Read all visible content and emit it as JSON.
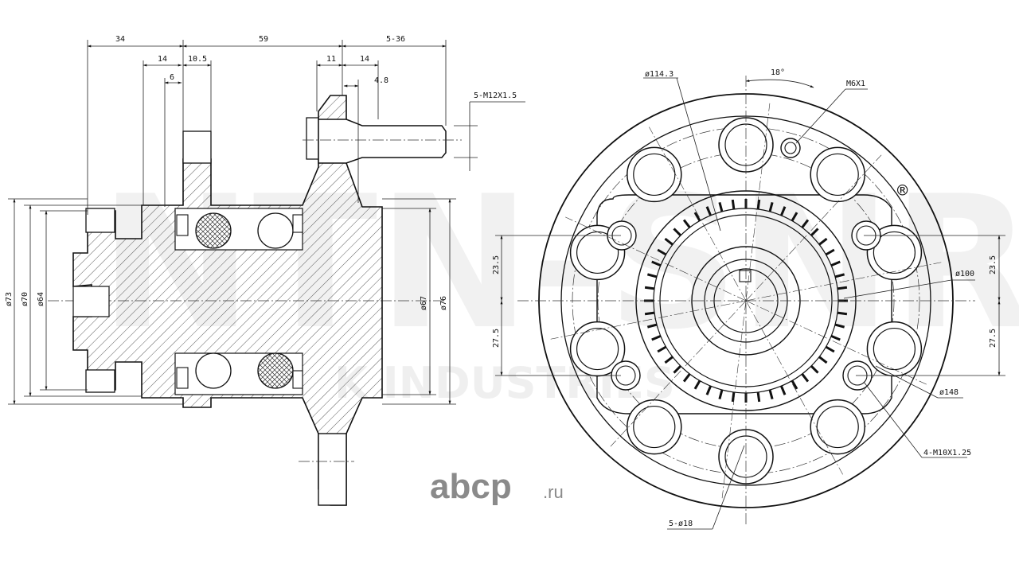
{
  "watermark": {
    "brand": "NTN-SNR",
    "tagline": "K INDUSTRIES"
  },
  "branding": {
    "logo_main": "abcp",
    "logo_suffix": ".ru",
    "registered": "®"
  },
  "side_view": {
    "top_dims": {
      "d34": "34",
      "d59": "59",
      "d5_36": "5-36",
      "d14a": "14",
      "d10_5": "10.5",
      "d6": "6",
      "d11": "11",
      "d14b": "14",
      "d4_8": "4.8"
    },
    "stud_thread": "5-M12X1.5",
    "left_diameters": {
      "d73": "ø73",
      "d70": "ø70",
      "d64": "ø64"
    },
    "right_diameters": {
      "d67": "ø67",
      "d76": "ø76"
    }
  },
  "front_view": {
    "pcd": "ø114.3",
    "angle": "18°",
    "sensor_thread": "M6X1",
    "pilot": "ø100",
    "outer": "ø148",
    "mount_holes": "4-M10X1.25",
    "stud_holes": "5-ø18",
    "left_dims": {
      "upper": "23.5",
      "lower": "27.5"
    },
    "right_dims": {
      "upper": "23.5",
      "lower": "27.5"
    }
  }
}
